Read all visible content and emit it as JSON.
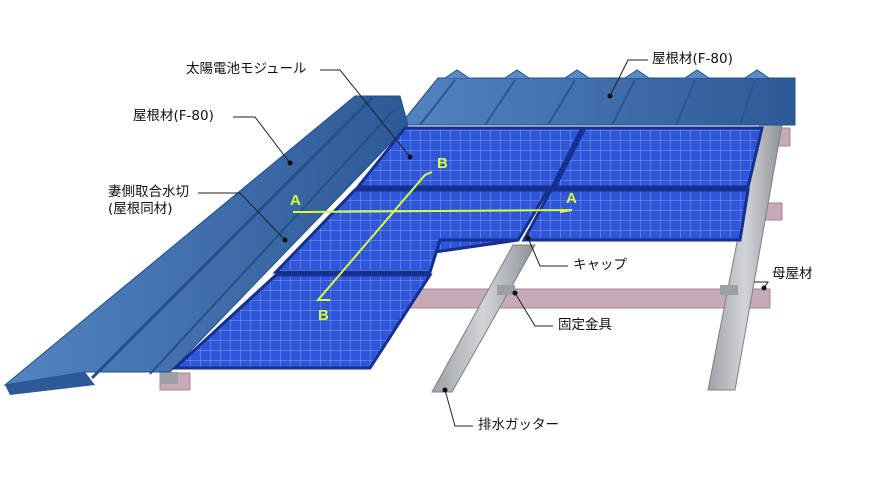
{
  "labels": {
    "solar_module": "太陽電池モジュール",
    "roof_material_top": "屋根材(F-80)",
    "roof_material_left": "屋根材(F-80)",
    "gable_flashing_line1": "妻側取合水切",
    "gable_flashing_line2": "(屋根同材)",
    "cap": "キャップ",
    "purlin": "母屋材",
    "fixing_bracket": "固定金具",
    "drain_gutter": "排水ガッター"
  },
  "section_marks": {
    "a_left": "A",
    "a_right": "A",
    "b_top": "B",
    "b_bottom": "B"
  },
  "colors": {
    "roof_blue": "#3e6fae",
    "roof_dark": "#244f88",
    "panel_blue": "#2f56d8",
    "panel_grid": "#9fb6ff",
    "frame": "#15308f",
    "purlin": "#c7aab8",
    "gutter": "#b3b6ba",
    "section_line": "#d8ff3a"
  }
}
